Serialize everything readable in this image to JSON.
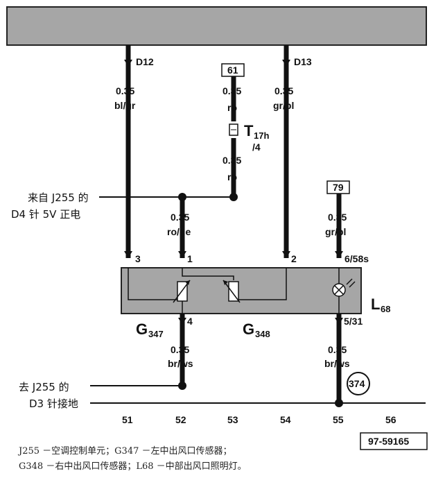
{
  "connectors": {
    "left": "D12",
    "right": "D13"
  },
  "wire_left": {
    "size": "0.35",
    "color": "bl/gr",
    "pin": "3"
  },
  "fuse_box": {
    "number": "61",
    "size": "0.35",
    "color": "ro",
    "connector": "T",
    "connector_sub": "17h",
    "connector_pin": "/4",
    "size2": "0.35",
    "color2": "ro"
  },
  "wire_right": {
    "size": "0.35",
    "color": "gr/bl",
    "pin": "2"
  },
  "wire_mid": {
    "size": "0.35",
    "color": "ro/ge",
    "pin": "1"
  },
  "lamp_box": {
    "number": "79",
    "size": "0.35",
    "color": "gr/bl",
    "pin": "6/58s"
  },
  "external_note_top": {
    "line1": "来自 J255 的",
    "line2": "D4 针 5V 正电"
  },
  "external_note_bottom": {
    "line1": "去 J255 的",
    "line2": "D3 针接地"
  },
  "components": {
    "g347": "G",
    "g347_sub": "347",
    "g348": "G",
    "g348_sub": "348",
    "l68": "L",
    "l68_sub": "68"
  },
  "lower_mid": {
    "pin": "4",
    "size": "0.35",
    "color": "br/ws"
  },
  "lower_right": {
    "pin": "5/31",
    "size": "0.35",
    "color": "br/ws"
  },
  "ground_ref": "374",
  "grid": [
    "51",
    "52",
    "53",
    "54",
    "55",
    "56"
  ],
  "doc_id": "97-59165",
  "legend": {
    "line1": "J255 －空调控制单元；G347 －左中出风口传感器；",
    "line2": "G348 －右中出风口传感器；L68 －中部出风口照明灯。"
  }
}
